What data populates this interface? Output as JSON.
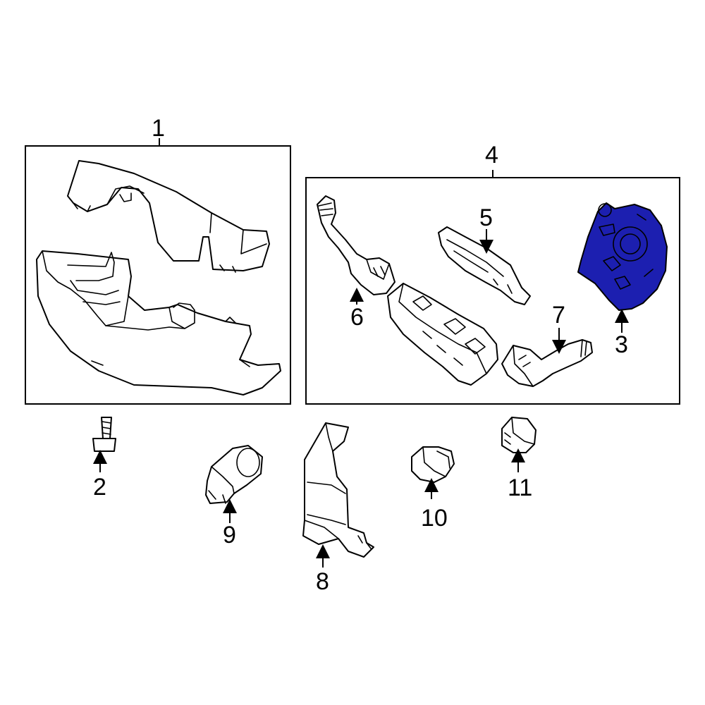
{
  "colors": {
    "highlight": "#1c1fb0",
    "line": "#000000",
    "background": "#ffffff"
  },
  "callouts": {
    "c1": "1",
    "c2": "2",
    "c3": "3",
    "c4": "4",
    "c5": "5",
    "c6": "6",
    "c7": "7",
    "c8": "8",
    "c9": "9",
    "c10": "10",
    "c11": "11"
  }
}
